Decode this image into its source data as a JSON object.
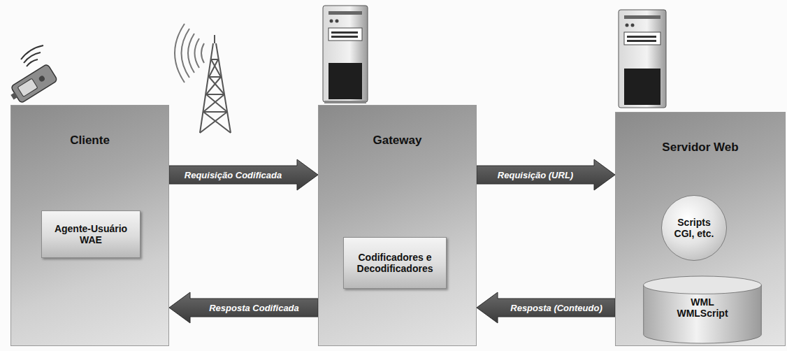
{
  "diagram": {
    "nodes": [
      {
        "text": [
          "Cliente"
        ]
      },
      {
        "text": [
          "Agente-Usuário WAE"
        ],
        "in": 0
      },
      {
        "text": [
          "Gateway"
        ]
      },
      {
        "text": [
          "Codificadores e Decodificadores"
        ],
        "in": 2
      },
      {
        "text": [
          "Servidor Web"
        ]
      },
      {
        "text": [
          "Scripts CGI, etc."
        ],
        "in": 4
      },
      {
        "text": [
          "WML WMLScript"
        ],
        "in": 4
      }
    ],
    "edges": [
      {
        "from": 0,
        "to": 2,
        "label": "Requisição Codificada",
        "arrow": "to"
      },
      {
        "from": 2,
        "to": 4,
        "label": "Requisição (URL)",
        "arrow": "to"
      },
      {
        "from": 4,
        "to": 2,
        "label": "Resposta (Conteudo)",
        "arrow": "to"
      },
      {
        "from": 2,
        "to": 0,
        "label": "Resposta Codificada",
        "arrow": "to"
      }
    ]
  }
}
